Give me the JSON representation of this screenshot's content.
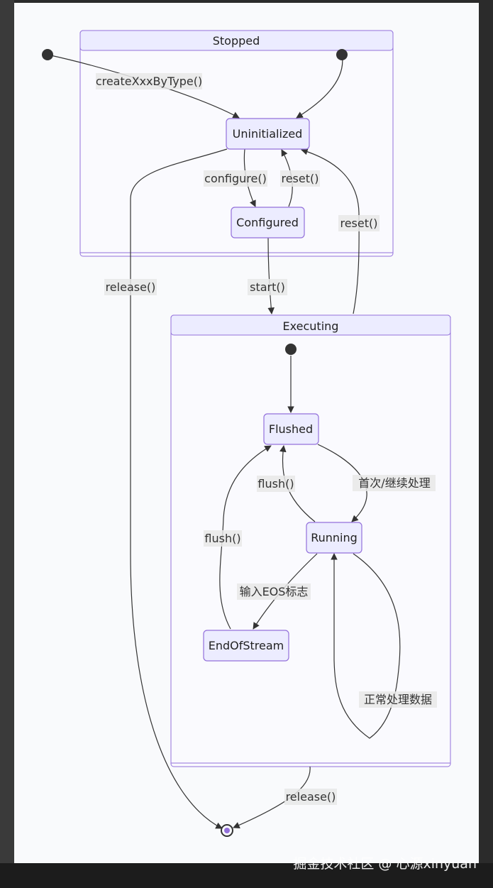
{
  "clusters": {
    "stopped": "Stopped",
    "executing": "Executing"
  },
  "states": {
    "uninitialized": "Uninitialized",
    "configured": "Configured",
    "flushed": "Flushed",
    "running": "Running",
    "end_of_stream": "EndOfStream"
  },
  "transitions": {
    "create": "createXxxByType()",
    "configure": "configure()",
    "reset_inner": "reset()",
    "reset_outer": "reset()",
    "release_left": "release()",
    "start": "start()",
    "flush_from_running": "flush()",
    "flush_from_eos": "flush()",
    "first_process": "首次/继续处理",
    "input_eos": "输入EOS标志",
    "normal_process": "正常处理数据",
    "release_bottom": "release()"
  },
  "watermark": "掘金技术社区 @ 心源xinyuan",
  "colors": {
    "node_fill": "#ececff",
    "node_stroke": "#9370db",
    "edge": "#333333",
    "canvas": "#f9fafc"
  }
}
